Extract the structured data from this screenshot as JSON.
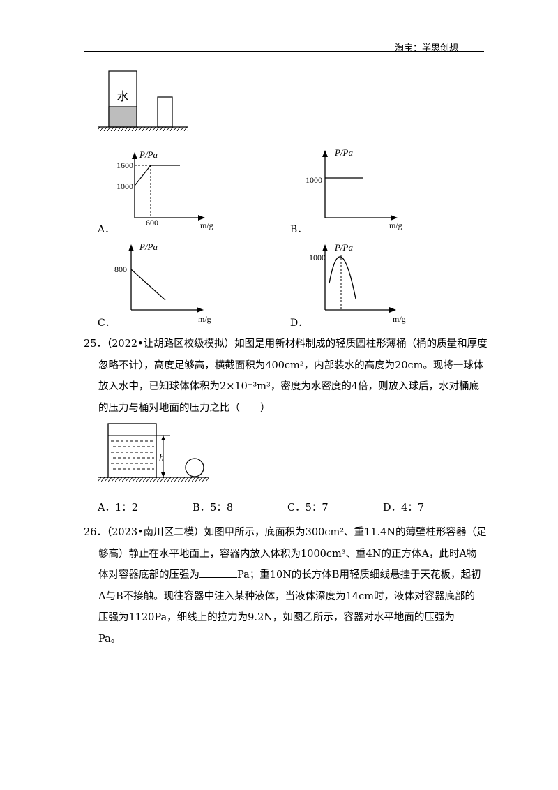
{
  "header": {
    "brand": "淘宝：学思创想"
  },
  "top_figure": {
    "water_label": "水"
  },
  "graphs": [
    {
      "letter": "A．",
      "y_axis": "P/Pa",
      "x_axis": "m/g",
      "y_ticks": [
        "1600",
        "1000"
      ],
      "x_ticks": [
        "600"
      ]
    },
    {
      "letter": "B．",
      "y_axis": "P/Pa",
      "x_axis": "m/g",
      "y_ticks": [
        "1000"
      ]
    },
    {
      "letter": "C．",
      "y_axis": "P/Pa",
      "x_axis": "m/g",
      "y_ticks": [
        "800"
      ]
    },
    {
      "letter": "D．",
      "y_axis": "P/Pa",
      "x_axis": "m/g",
      "y_ticks": [
        "1000"
      ]
    }
  ],
  "q25": {
    "lines": [
      "25．（2022•让胡路区校级模拟）如图是用新材料制成的轻质圆柱形薄桶（桶的质量和厚度",
      "忽略不计），高度足够高，横截面积为400cm²，内部装水的高度为20cm。现将一球体",
      "放入水中，已知球体体积为2×10⁻³m³，密度为水密度的4倍，则放入球后，水对桶底",
      "的压力与桶对地面的压力之比（　　）"
    ],
    "figure_label": "h",
    "options": [
      "A．1：2",
      "B．5：8",
      "C．5：7",
      "D．4：7"
    ]
  },
  "q26": {
    "line1": "26．（2023•南川区二模）如图甲所示，底面积为300cm²、重11.4N的薄壁柱形容器（足",
    "line2": "够高）静止在水平地面上，容器内放入体积为1000cm³、重4N的正方体A，此时A物",
    "line3_a": "体对容器底部的压强为",
    "line3_b": "Pa；重10N的长方体B用轻质细线悬挂于天花板，起初",
    "line4": "A与B不接触。现往容器中注入某种液体，当液体深度为14cm时，液体对容器底部的",
    "line5_a": "压强为1120Pa，细线上的拉力为9.2N，如图乙所示，容器对水平地面的压强为",
    "line6": "Pa。"
  }
}
